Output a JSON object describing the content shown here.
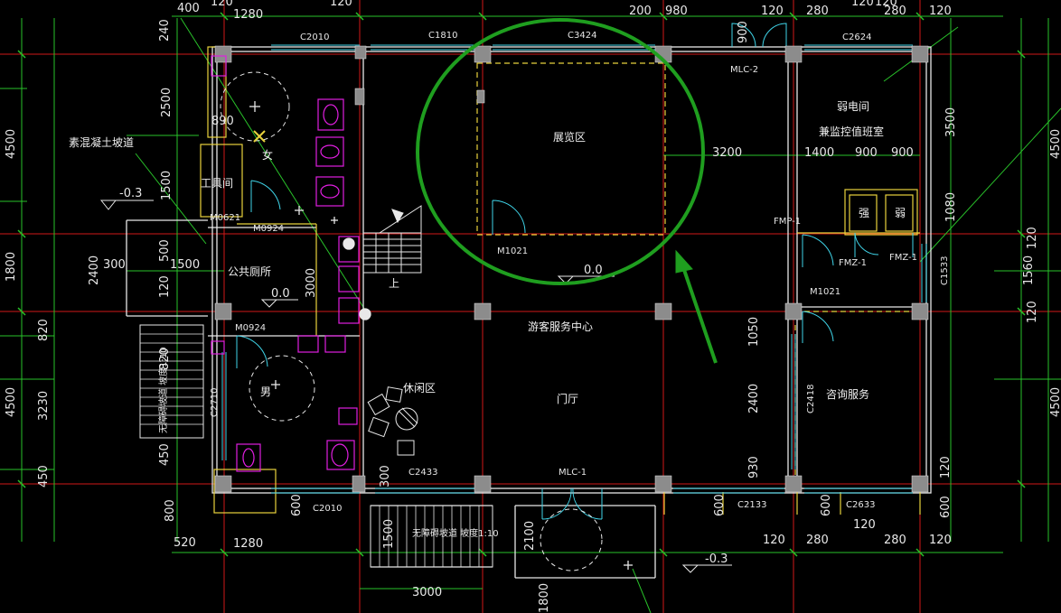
{
  "colors": {
    "background": "#000000",
    "grid_axis": "#d01818",
    "dimension_line": "#29c22a",
    "wall": "#e8e8e8",
    "window": "#3fd4e8",
    "door": "#3fd4e8",
    "wall_yellow": "#e8d23c",
    "column": "#8c8c8c",
    "fixture": "#e01ee0",
    "highlight_circle": "#1f9e1f",
    "arrow": "#1f9e1f"
  },
  "top_dimensions": [
    "400",
    "120",
    "1280",
    "120",
    "200",
    "980",
    "120",
    "280",
    "120",
    "120",
    "280",
    "120"
  ],
  "bottom_dimensions": [
    "520",
    "1280",
    "3000",
    "120",
    "280",
    "120",
    "280",
    "120"
  ],
  "left_outer_dimensions": [
    "4500",
    "1800",
    "820",
    "4500",
    "450"
  ],
  "left_inner_dimensions": [
    "240",
    "2500",
    "890",
    "1500",
    "500",
    "2400",
    "120",
    "820",
    "3230",
    "450",
    "800"
  ],
  "right_outer_dimensions": [
    "4500",
    "120",
    "1560",
    "120",
    "4500"
  ],
  "right_inner_dimensions": [
    "3500",
    "1080",
    "1050",
    "2400",
    "930",
    "120",
    "600"
  ],
  "interior_dimensions": [
    "300",
    "1500",
    "3000",
    "3200",
    "1400",
    "900",
    "900",
    "900",
    "1500",
    "300",
    "2100",
    "600",
    "600",
    "600",
    "1800"
  ],
  "room_labels": {
    "exhibition": "展览区",
    "visitor_center": "游客服务中心",
    "hall": "门厅",
    "rest_area": "休闲区",
    "consultation": "咨询服务",
    "weak_room": "弱电间",
    "monitor_room": "兼监控值班室",
    "public_toilet": "公共厕所",
    "tool_room": "工具间",
    "female": "女",
    "male": "男",
    "strong": "强",
    "weak": "弱",
    "up": "上"
  },
  "element_codes": [
    "C2010",
    "C1810",
    "C3424",
    "MLC-2",
    "C2624",
    "M0621",
    "M0924",
    "M1021",
    "FMP-1",
    "FMZ-1",
    "FMZ-1",
    "C1533",
    "M1021",
    "M0924",
    "C2710",
    "C2418",
    "C2433",
    "MLC-1",
    "C2010",
    "C2133",
    "C2633"
  ],
  "level_marks": [
    "-0.3",
    "0.0",
    "0.0",
    "-0.3"
  ],
  "annotations": {
    "concrete_ramp": "素混凝土坡道",
    "ramp_left": "无障碍坡道 坡度1:10",
    "ramp_bottom": "无障碍坡道 坡度1:10"
  }
}
